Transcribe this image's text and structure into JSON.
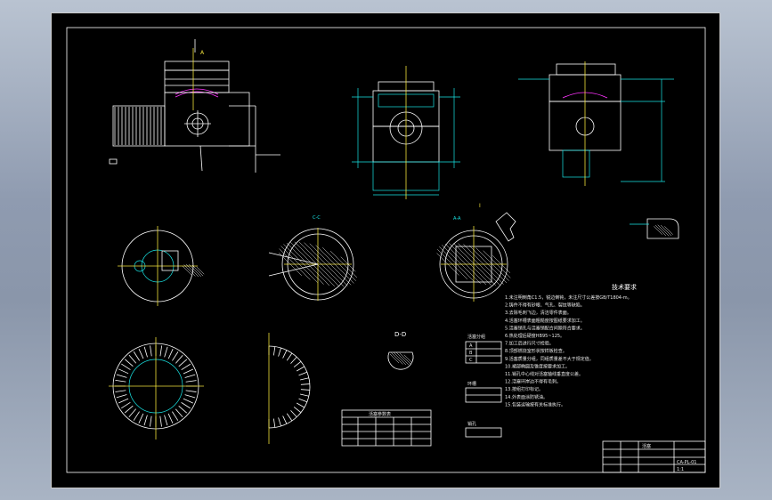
{
  "drawing": {
    "frame_color": "#ffffff",
    "background": "#000000",
    "accent_cyan": "#19e6e6",
    "accent_magenta": "#ff33ff",
    "accent_yellow": "#f2e23a"
  },
  "views": {
    "section_a_label": "A",
    "cc_label": "C-C",
    "aa_label": "A-A",
    "dd_label": "D-D",
    "detail_label": "I"
  },
  "notes": {
    "heading": "技术要求",
    "lines": [
      "1.未注明倒角C1.5，锐边倒钝，未注尺寸公差按GB/T1804-m。",
      "2.铸件不得有砂眼、气孔、裂纹等缺陷。",
      "3.去除毛刺飞边，清洁零件表面。",
      "4.活塞环槽表面粗糙度按图纸要求加工。",
      "5.活塞销孔与活塞销配合间隙符合要求。",
      "6.热处理后硬度HB95~125。",
      "7.加工后进行尺寸检验。",
      "8.顶部燃烧室形状按样板检查。",
      "9.活塞质量分组，同组质量差不大于规定值。",
      "10.裙部椭圆及锥度按要求加工。",
      "11.销孔中心线对活塞轴线垂直度公差。",
      "12.活塞环岸边不得有毛刺。",
      "13.按组打印标记。",
      "14.外表面涂防锈油。",
      "15.包装运输按有关标准执行。"
    ]
  },
  "tables": {
    "group_title": "活塞分组",
    "group_rows": [
      "A",
      "B",
      "C"
    ],
    "ring_title": "环槽",
    "pin_title": "销孔",
    "params_title": "活塞参数表"
  },
  "title_block": {
    "part_name": "活塞",
    "drawing_no": "CA-PL-01",
    "scale": "1:1"
  }
}
